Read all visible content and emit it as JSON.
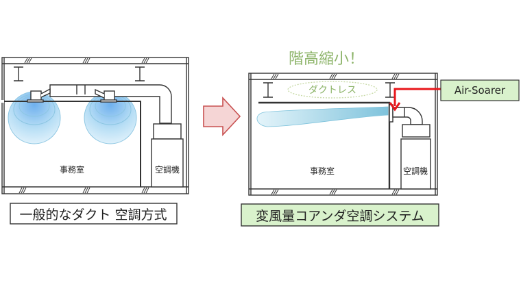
{
  "left": {
    "room_label": "事務室",
    "ahu_label": "空調機",
    "caption": "一般的なダクト 空調方式"
  },
  "right": {
    "headline": "階高縮小！",
    "ductless_label": "ダクトレス",
    "room_label": "事務室",
    "ahu_label": "空調機",
    "callout": "Air-Soarer",
    "caption": "変風量コアンダ空調システム"
  },
  "colors": {
    "headline": "#8db46a",
    "caption_bg": "#d9f2cc",
    "callout_arrow": "#e8161b",
    "transition_arrow_fill": "#f5d5d5",
    "transition_arrow_stroke": "#c85050",
    "air_blue": "#9fd6ee"
  }
}
